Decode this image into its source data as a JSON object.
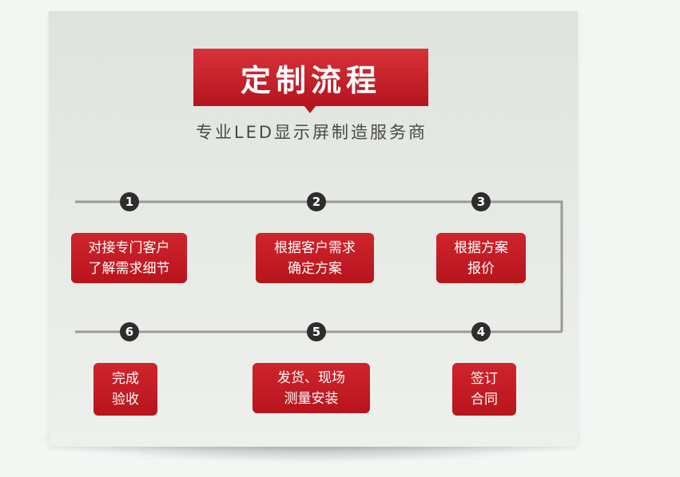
{
  "title": "定制流程",
  "subtitle": "专业LED显示屏制造服务商",
  "steps": [
    {
      "number": "1",
      "text": "对接专门客户\n了解需求细节"
    },
    {
      "number": "2",
      "text": "根据客户需求\n确定方案"
    },
    {
      "number": "3",
      "text": "根据方案\n报价"
    },
    {
      "number": "4",
      "text": "签订\n合同"
    },
    {
      "number": "5",
      "text": "发货、现场\n测量安装"
    },
    {
      "number": "6",
      "text": "完成\n验收"
    }
  ],
  "colors": {
    "accent_red": "#c41e26",
    "connector_line": "#9a9a9a",
    "number_badge": "#2d2d2d"
  }
}
